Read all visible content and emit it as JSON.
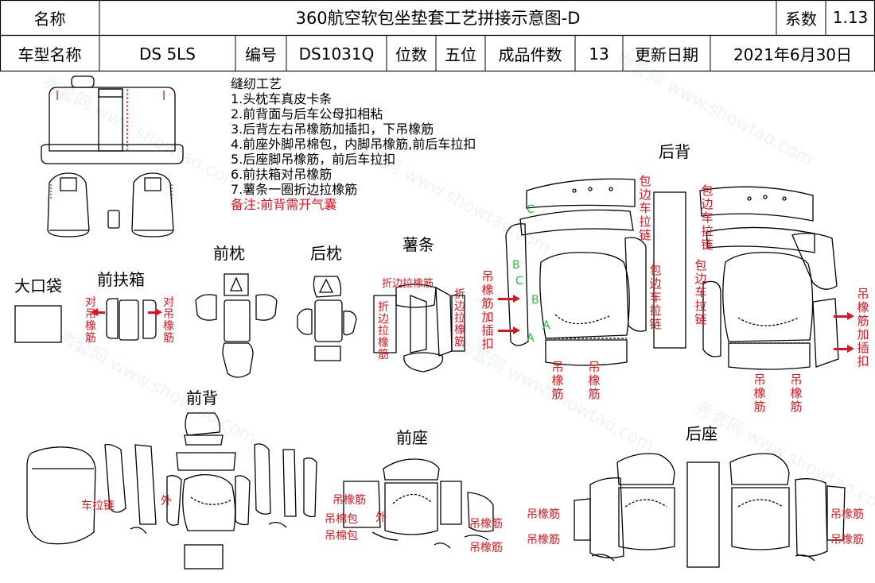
{
  "header": {
    "name_label": "名称",
    "title": "360航空软包坐垫套工艺拼接示意图-D",
    "coef_label": "系数",
    "coef_value": "1.13",
    "model_label": "车型名称",
    "model_value": "DS 5LS",
    "code_label": "编号",
    "code_value": "DS1031Q",
    "seats_label": "位数",
    "seats_value": "五位",
    "pieces_label": "成品件数",
    "pieces_value": "13",
    "date_label": "更新日期",
    "date_value": "2021年6月30日"
  },
  "process": {
    "title": "缝纫工艺",
    "steps": [
      "1.头枕车真皮卡条",
      "2.前背面与后车公母扣相粘",
      "3.后背左右吊橡筋加插扣，下吊橡筋",
      "4.前座外脚吊棉包，内脚吊橡筋,前后车拉扣",
      "5.后座脚吊橡筋，前后车拉扣",
      "6.前扶箱对吊橡筋",
      "7.薯条一圈折边拉橡筋"
    ],
    "note": "备注:前背需开气囊"
  },
  "sections": {
    "front_headrest": "前枕",
    "rear_headrest": "后枕",
    "fries": "薯条",
    "rear_back": "后背",
    "big_pocket": "大口袋",
    "front_armbox": "前扶箱",
    "front_back": "前背",
    "front_seat": "前座",
    "rear_seat": "后座"
  },
  "annotations": {
    "hang_elastic_pair": "对吊橡筋",
    "fold_pull_elastic": "折边拉橡筋",
    "hang_elastic_insert": "吊橡筋加插扣",
    "hang_elastic": "吊橡筋",
    "edge_zipper": "包边车拉链",
    "zipper": "车拉链",
    "outside": "外",
    "hang_cotton": "吊棉包",
    "green_a": "A",
    "green_b": "B",
    "green_c": "C"
  },
  "watermark": "秀套网 www.showtao.com",
  "colors": {
    "annotation_red": "#e0141e",
    "annotation_green": "#22c23a",
    "line": "#000000"
  }
}
